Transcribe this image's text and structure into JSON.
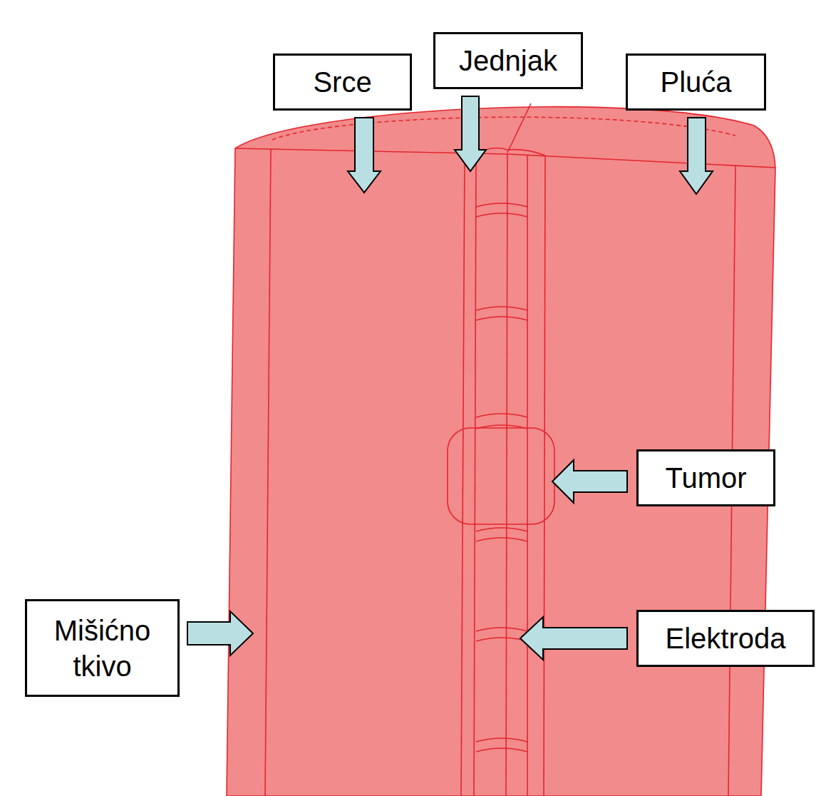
{
  "diagram": {
    "nodes": [
      {
        "text": [
          "Srce"
        ]
      },
      {
        "text": [
          "Jednjak"
        ]
      },
      {
        "text": [
          "Pluća"
        ]
      },
      {
        "text": [
          "Tumor"
        ]
      },
      {
        "text": [
          "Mišićno tkivo"
        ]
      },
      {
        "text": [
          "Elektroda"
        ]
      }
    ]
  }
}
